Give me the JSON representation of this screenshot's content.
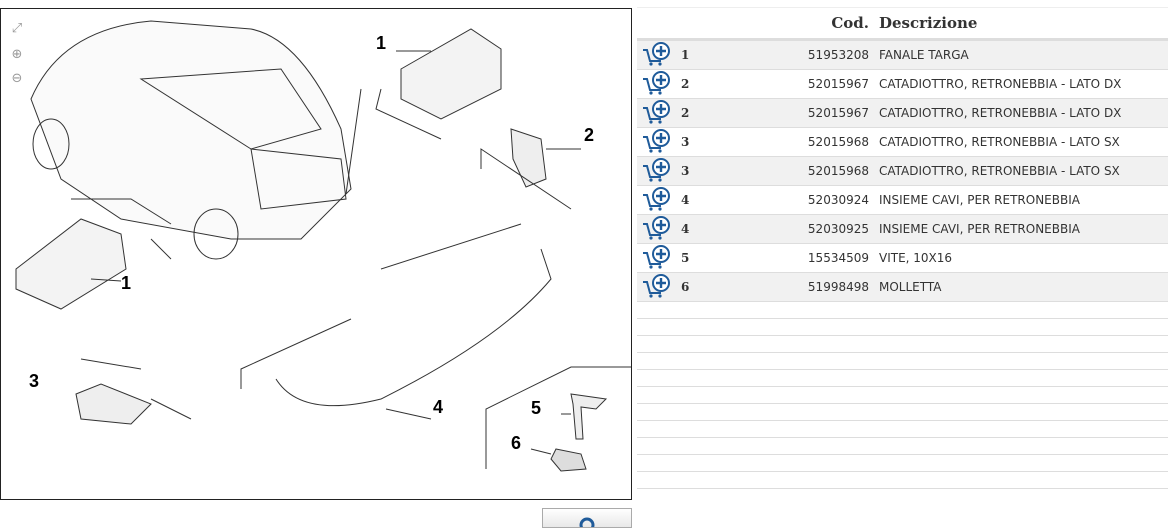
{
  "diagram": {
    "callouts": [
      "1",
      "1",
      "2",
      "3",
      "4",
      "5",
      "6"
    ]
  },
  "table": {
    "headers": {
      "cod": "Cod.",
      "descrizione": "Descrizione"
    },
    "rows": [
      {
        "num": "1",
        "cod": "51953208",
        "desc": "FANALE TARGA"
      },
      {
        "num": "2",
        "cod": "52015967",
        "desc": "CATADIOTTRO, RETRONEBBIA - LATO DX"
      },
      {
        "num": "2",
        "cod": "52015967",
        "desc": "CATADIOTTRO, RETRONEBBIA - LATO DX"
      },
      {
        "num": "3",
        "cod": "52015968",
        "desc": "CATADIOTTRO, RETRONEBBIA - LATO SX"
      },
      {
        "num": "3",
        "cod": "52015968",
        "desc": "CATADIOTTRO, RETRONEBBIA - LATO SX"
      },
      {
        "num": "4",
        "cod": "52030924",
        "desc": "INSIEME CAVI, PER RETRONEBBIA"
      },
      {
        "num": "4",
        "cod": "52030925",
        "desc": "INSIEME CAVI, PER RETRONEBBIA"
      },
      {
        "num": "5",
        "cod": "15534509",
        "desc": "VITE, 10X16"
      },
      {
        "num": "6",
        "cod": "51998498",
        "desc": "MOLLETTA"
      }
    ]
  },
  "colors": {
    "cart": "#1f5b9a"
  }
}
